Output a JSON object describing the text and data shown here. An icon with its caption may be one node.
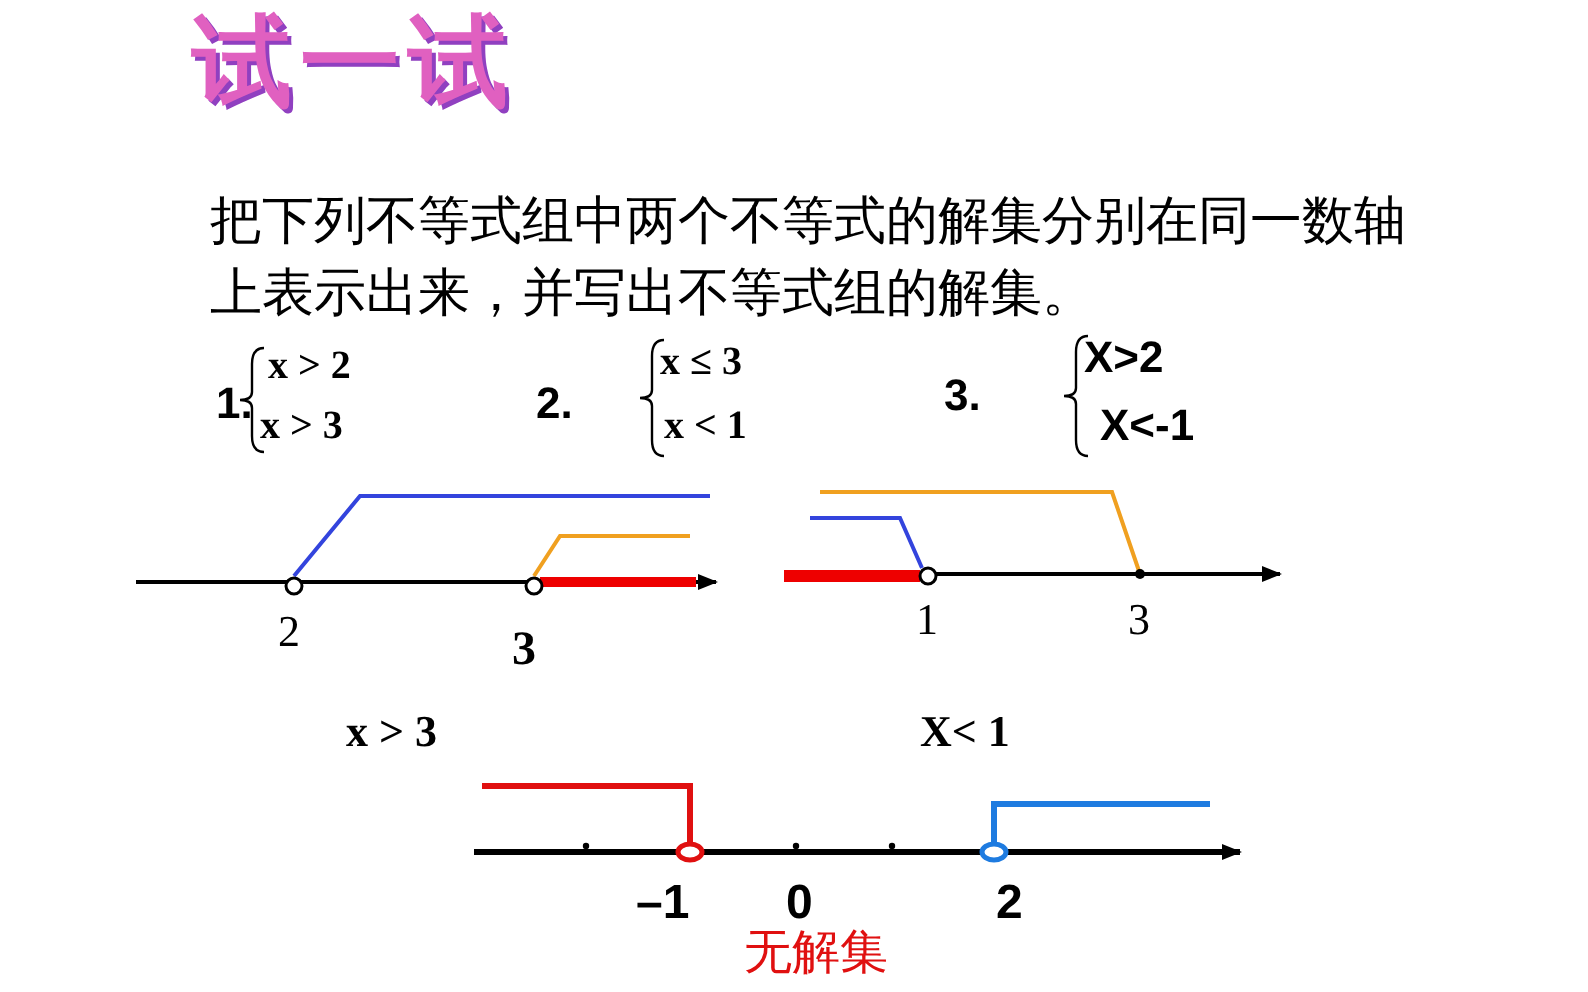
{
  "diagram": {
    "title": "试一试",
    "labels": [
      "把下列不等式组中两个不等式的解集分别在同一数轴上表示出来，并写出不等式组的解集。",
      "1.",
      "x > 2",
      "x > 3",
      "2.",
      "x ≤ 3",
      "x < 1",
      "3.",
      "X>2",
      "X<-1",
      "2",
      "3",
      "1",
      "3",
      "x > 3",
      "X< 1",
      "–1",
      "0",
      "2",
      "无解集"
    ]
  }
}
